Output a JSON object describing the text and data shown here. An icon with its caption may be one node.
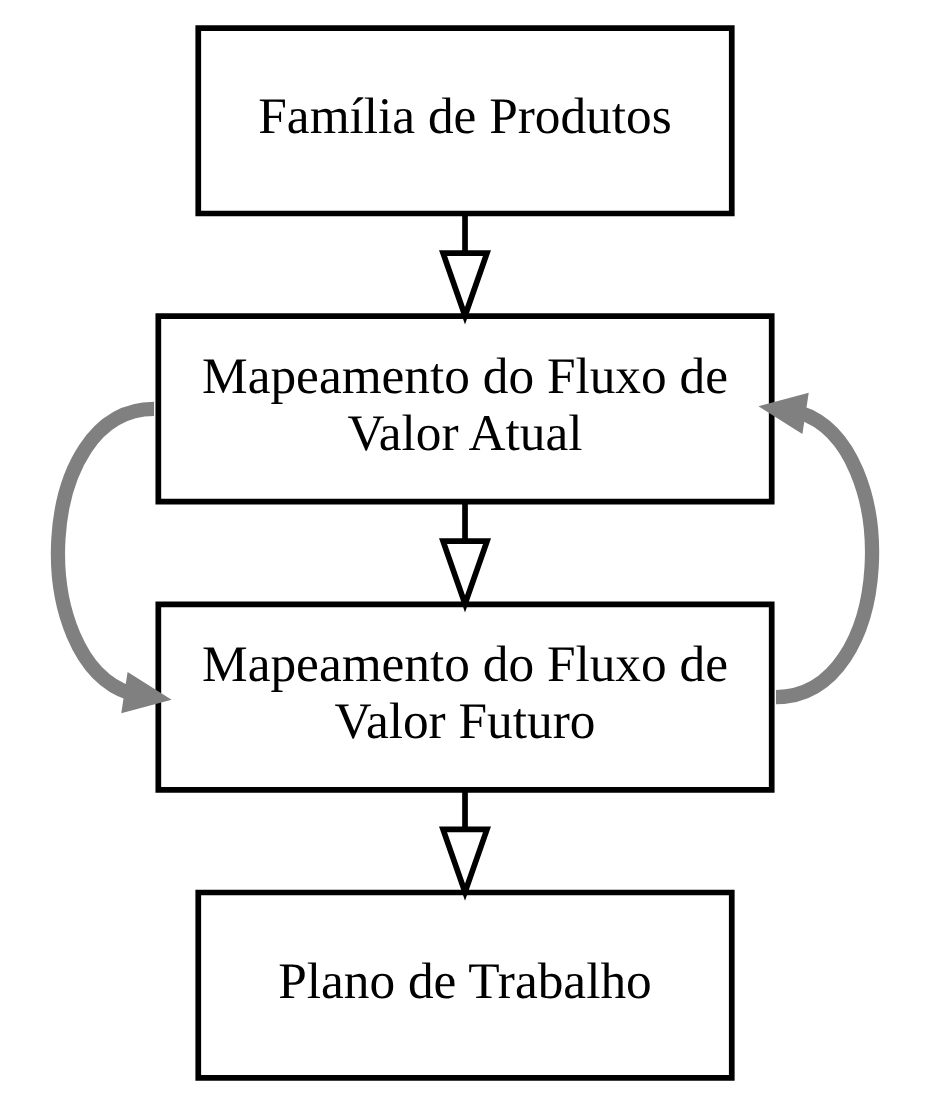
{
  "diagram": {
    "nodes": [
      {
        "text": [
          "Família de Produtos"
        ]
      },
      {
        "text": [
          "Mapeamento do Fluxo de Valor Atual"
        ]
      },
      {
        "text": [
          "Mapeamento do Fluxo de Valor Futuro"
        ]
      },
      {
        "text": [
          "Plano de Trabalho"
        ]
      }
    ],
    "edges": [
      {
        "from": 0,
        "to": 1,
        "arrow": "to"
      },
      {
        "from": 1,
        "to": 2,
        "arrow": "to"
      },
      {
        "from": 1,
        "to": 2,
        "arrow": "to",
        "style": "thick",
        "color": "#808080"
      },
      {
        "from": 2,
        "to": 1,
        "arrow": "to",
        "style": "thick",
        "color": "#808080"
      },
      {
        "from": 2,
        "to": 3,
        "arrow": "to"
      }
    ]
  }
}
